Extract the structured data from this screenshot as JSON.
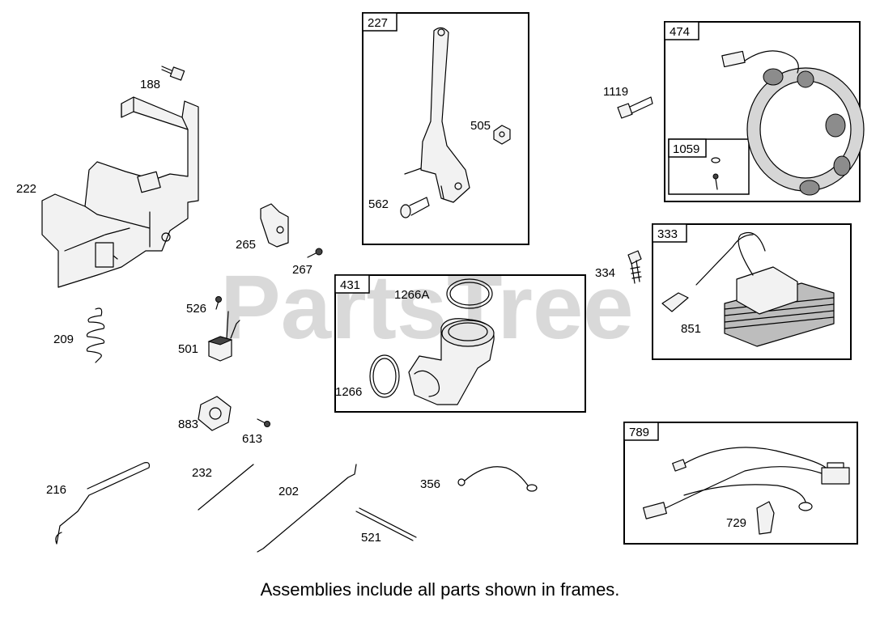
{
  "watermark": "PartsTree",
  "footer_note": "Assemblies include all parts shown in frames.",
  "frames": {
    "f227": "227",
    "f474": "474",
    "f1059": "1059",
    "f333": "333",
    "f431": "431",
    "f789": "789"
  },
  "labels": {
    "p188": "188",
    "p222": "222",
    "p265": "265",
    "p267": "267",
    "p526": "526",
    "p501": "501",
    "p209": "209",
    "p883": "883",
    "p613": "613",
    "p216": "216",
    "p232": "232",
    "p202": "202",
    "p521": "521",
    "p356": "356",
    "p505": "505",
    "p562": "562",
    "p1119": "1119",
    "p334": "334",
    "p851": "851",
    "p1266A": "1266A",
    "p1266": "1266",
    "p729": "729"
  }
}
